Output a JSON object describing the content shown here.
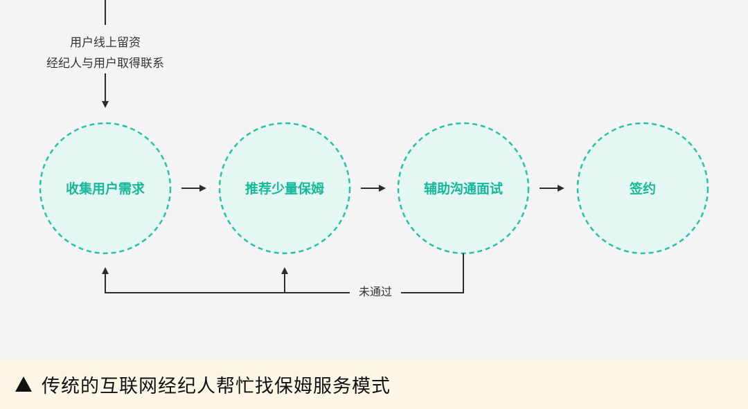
{
  "flow": {
    "entry_note_lines": [
      "用户线上留资",
      "经纪人与用户取得联系"
    ],
    "steps": [
      "收集用户需求",
      "推荐少量保姆",
      "辅助沟通面试",
      "签约"
    ],
    "retry_label": "未通过"
  },
  "caption": {
    "text": "传统的互联网经纪人帮忙找保姆服务模式"
  },
  "colors": {
    "circle_stroke": "#27c2a4",
    "circle_fill": "#e4f7f3",
    "step_text": "#16b89a",
    "line": "#2b2b33",
    "caption_bg": "#fbf6e6"
  },
  "icons": {
    "caption_marker": "black-up-triangle-icon"
  }
}
